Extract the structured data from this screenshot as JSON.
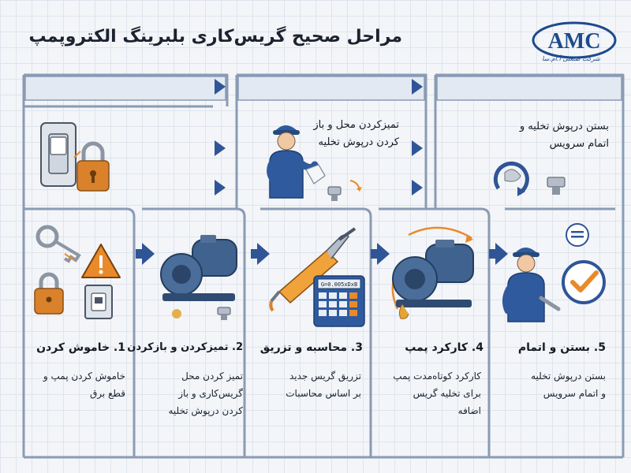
{
  "header": {
    "title": "مراحل صحیح گریس‌کاری بلبرینگ الکتروپمپ",
    "logo_text": "AMC",
    "logo_subtitle": "شرکت صنعتی آ.ام.سا"
  },
  "top_captions": {
    "middle": [
      "تمیزکردن محل و باز",
      "کردن درپوش تخلیه"
    ],
    "right": [
      "بستن درپوش تخلیه و",
      "اتمام سرویس"
    ]
  },
  "calculator_display": "G=0.005xDxB",
  "steps": [
    {
      "title": "1. خاموش کردن",
      "desc": [
        "خاموش کردن پمپ و",
        "قطع برق"
      ]
    },
    {
      "title": "2. تمیزکردن و بازکردن",
      "desc": [
        "تمیز کردن محل",
        "گریس‌کاری و باز",
        "کردن درپوش تخلیه"
      ]
    },
    {
      "title": "3. محاسبه و تزریق",
      "desc": [
        "تزریق گریس جدید",
        "بر اساس محاسبات"
      ]
    },
    {
      "title": "4. کارکرد پمپ",
      "desc": [
        "کارکرد کوتاه‌مدت پمپ",
        "برای تخلیه گریس",
        "اضافه"
      ]
    },
    {
      "title": "5. بستن و اتمام",
      "desc": [
        "بستن درپوش تخلیه",
        "و اتمام سرویس"
      ]
    }
  ],
  "colors": {
    "flow_line": "#8a9bb4",
    "arrow": "#2f5597",
    "worker_blue": "#2f5a9e",
    "pump_blue": "#3f628f",
    "warning_orange": "#e98a2a",
    "lock_orange": "#d9822b",
    "key_gray": "#a7b1bd"
  }
}
